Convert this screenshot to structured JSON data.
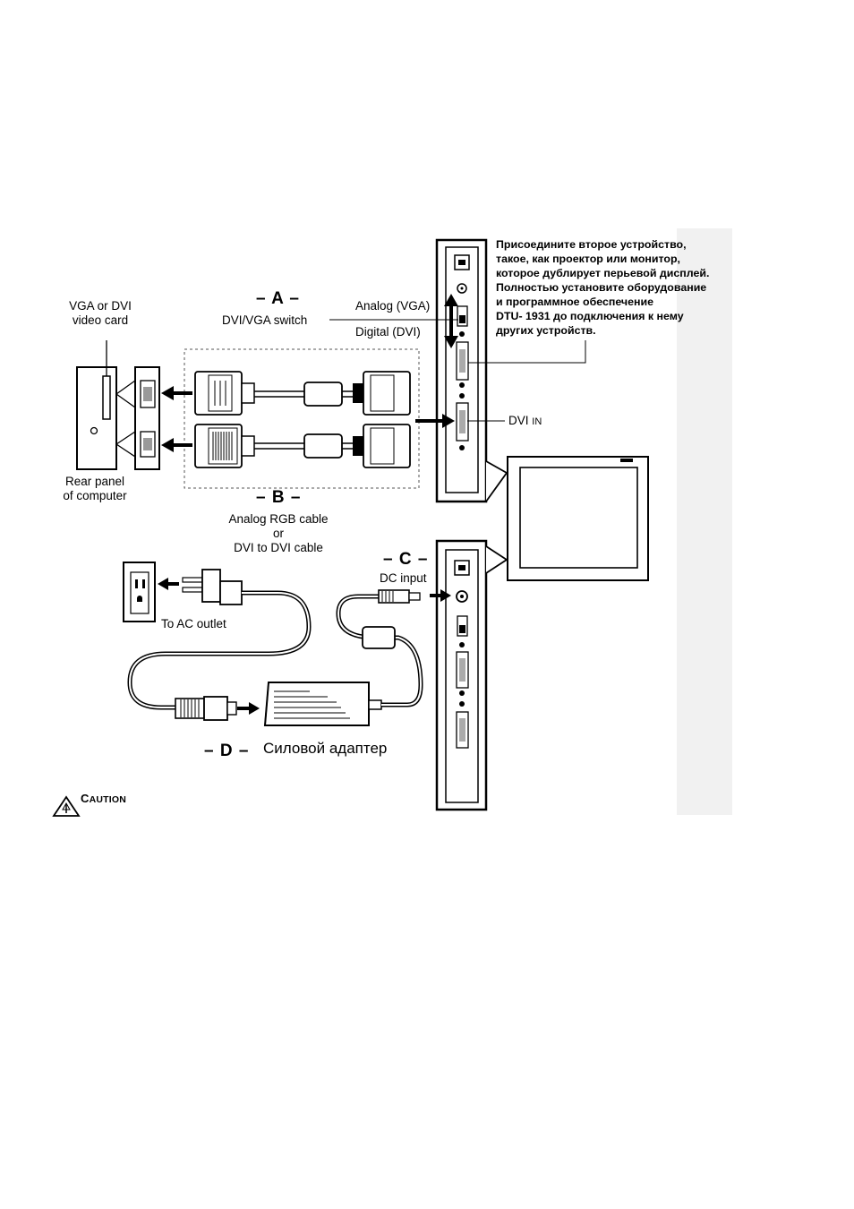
{
  "labels": {
    "video_card_line1": "VGA or DVI",
    "video_card_line2": "video card",
    "rear_panel_line1": "Rear panel",
    "rear_panel_line2": "of computer",
    "section_a": "– A –",
    "dvi_vga_switch": "DVI/VGA switch",
    "analog_vga": "Analog (VGA)",
    "digital_dvi": "Digital (DVI)",
    "dvi_in_main": "DVI",
    "dvi_in_sub": "IN",
    "section_b": "– B –",
    "cable_line1": "Analog RGB cable",
    "cable_line2": "or",
    "cable_line3": "DVI to DVI cable",
    "section_c": "– C –",
    "dc_input": "DC input",
    "ac_outlet": "To AC outlet",
    "section_d": "– D –",
    "power_adapter": "Силовой адаптер",
    "caution_first": "C",
    "caution_rest": "AUTION"
  },
  "note_lines": [
    "Присоедините  второе устройство,",
    "такое, как проектор или монитор,",
    "которое дублирует перьевой дисплей.",
    "Полностью установите оборудование",
    "и программное обеспечение",
    "DTU- 1931 до подключения к нему",
    "других устройств."
  ],
  "icons": {
    "warning": "warning-triangle-icon",
    "outlet": "ac-outlet-icon",
    "display": "pen-display-icon"
  }
}
